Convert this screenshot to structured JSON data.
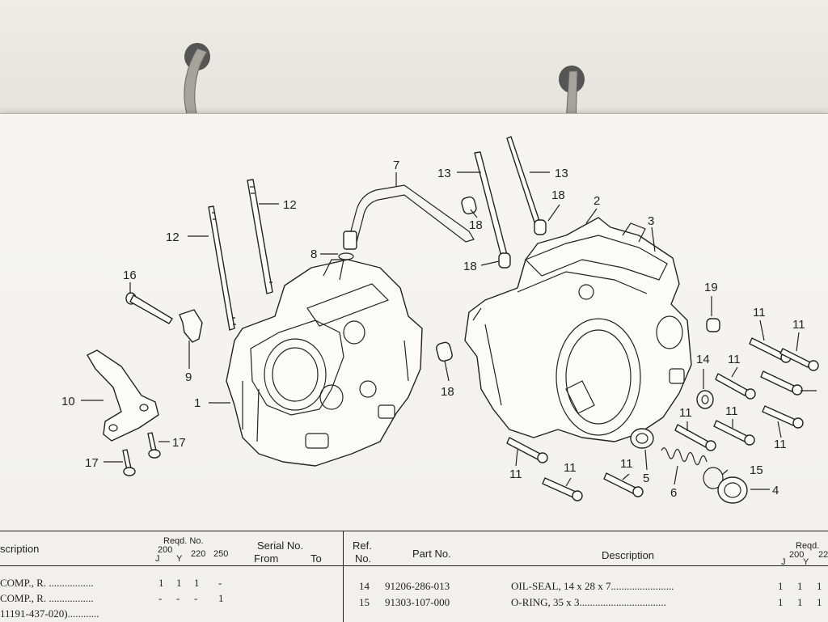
{
  "callouts": [
    "1",
    "2",
    "3",
    "4",
    "5",
    "6",
    "7",
    "8",
    "9",
    "10",
    "11",
    "12",
    "13",
    "14",
    "15",
    "16",
    "17",
    "18",
    "19"
  ],
  "table": {
    "left": {
      "headers": {
        "description": "scription",
        "reqd": "Reqd. No.",
        "model_200": "200",
        "j": "J",
        "y": "Y",
        "m220": "220",
        "m250": "250",
        "serial": "Serial No.",
        "from": "From",
        "to": "To"
      },
      "rows": [
        {
          "desc": "COMP., R. .................",
          "qty": [
            "1",
            "1",
            "1",
            "-"
          ]
        },
        {
          "desc": "COMP., R. .................",
          "qty": [
            "-",
            "-",
            "-",
            "1"
          ]
        },
        {
          "desc": "11191-437-020)............",
          "qty": [
            "",
            "",
            "",
            ""
          ]
        }
      ]
    },
    "right": {
      "headers": {
        "ref": "Ref.",
        "no": "No.",
        "part_no": "Part No.",
        "description": "Description",
        "reqd": "Reqd.",
        "model_200": "200",
        "j": "J",
        "y": "Y",
        "m22": "22"
      },
      "rows": [
        {
          "ref": "14",
          "part_no": "91206-286-013",
          "desc": "OIL-SEAL, 14 x 28 x 7........................",
          "qty": [
            "1",
            "1",
            "1"
          ]
        },
        {
          "ref": "15",
          "part_no": "91303-107-000",
          "desc": "O-RING, 35 x 3.................................",
          "qty": [
            "1",
            "1",
            "1"
          ]
        }
      ]
    }
  }
}
